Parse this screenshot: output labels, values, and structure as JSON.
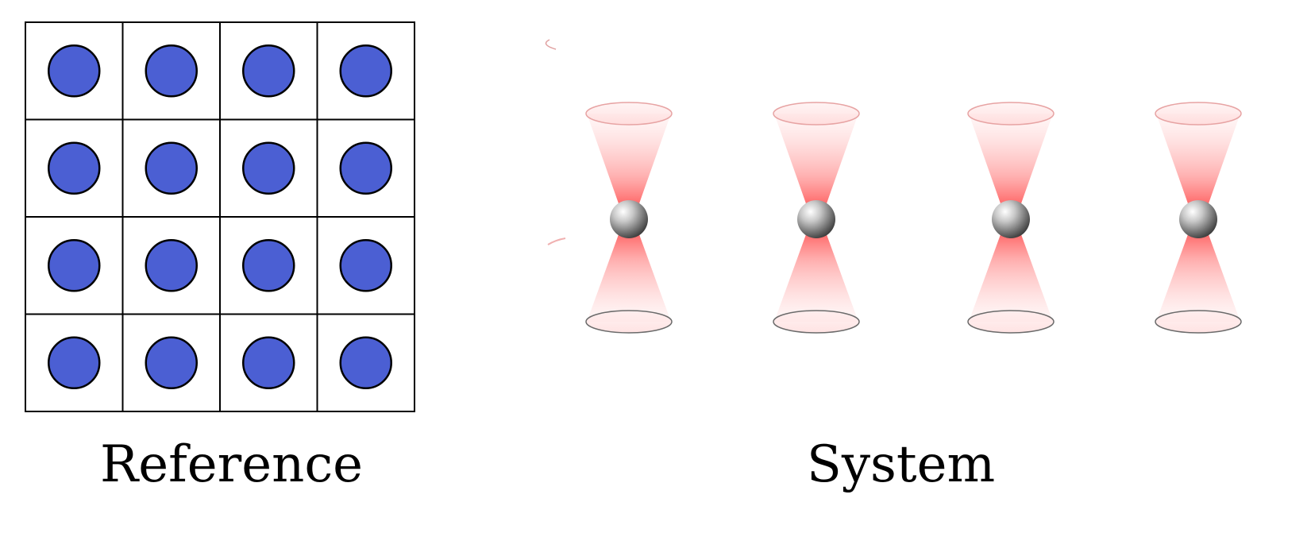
{
  "reference": {
    "caption": "Reference",
    "rows": 4,
    "columns": 4,
    "cell_count": 16,
    "dot_color": "#4b5fd3"
  },
  "system": {
    "caption": "System",
    "trap_count": 4,
    "beam_color": "#ff4a4a",
    "atom_color": "#8a8a8a"
  }
}
